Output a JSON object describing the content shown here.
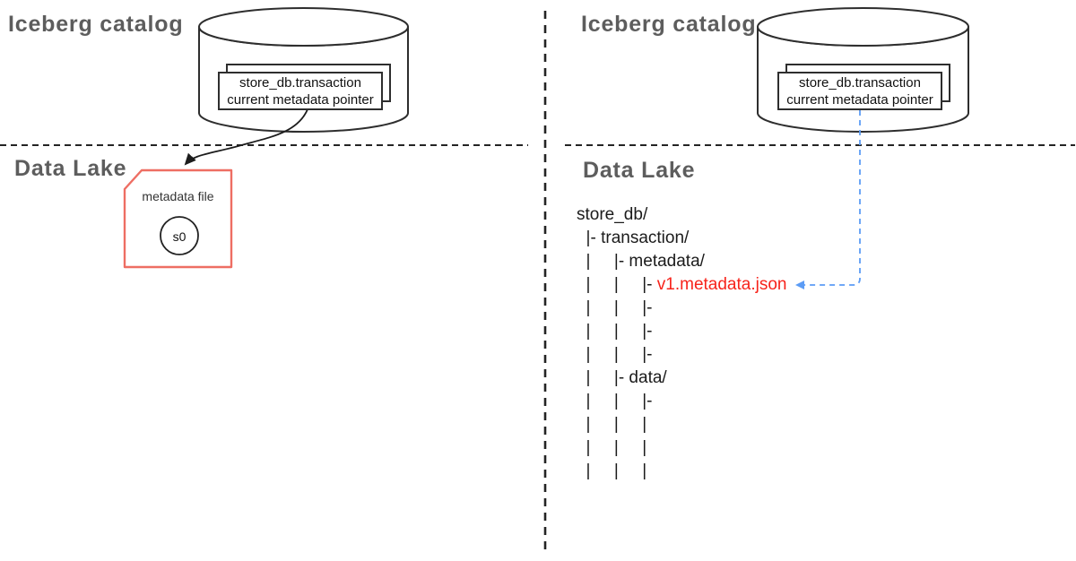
{
  "left": {
    "title": "Iceberg catalog",
    "section_label": "Data Lake",
    "catalog_card": {
      "line1": "store_db.transaction",
      "line2": "current metadata pointer"
    },
    "metadata_file": {
      "label": "metadata file",
      "snapshot": "s0"
    }
  },
  "right": {
    "title": "Iceberg catalog",
    "section_label": "Data Lake",
    "catalog_card": {
      "line1": "store_db.transaction",
      "line2": "current metadata pointer"
    },
    "tree": {
      "lines": [
        {
          "pre": "store_db/"
        },
        {
          "pre": "  |- transaction/"
        },
        {
          "pre": "  |     |- metadata/"
        },
        {
          "pre": "  |     |     |- ",
          "red": "v1.metadata.json"
        },
        {
          "pre": "  |     |     |-"
        },
        {
          "pre": "  |     |     |-"
        },
        {
          "pre": "  |     |     |-"
        },
        {
          "pre": "  |     |- data/"
        },
        {
          "pre": "  |     |     |-"
        },
        {
          "pre": "  |     |     |"
        },
        {
          "pre": "  |     |     |"
        },
        {
          "pre": "  |     |     |"
        }
      ]
    }
  },
  "colors": {
    "ink": "#2e2e2e",
    "dash": "#242424",
    "title_gray": "#5d5d5d",
    "red_text": "#f7231b",
    "shape_red": "#ee6e63",
    "blue": "#5c9cf5",
    "text": "#1b1b1b"
  }
}
